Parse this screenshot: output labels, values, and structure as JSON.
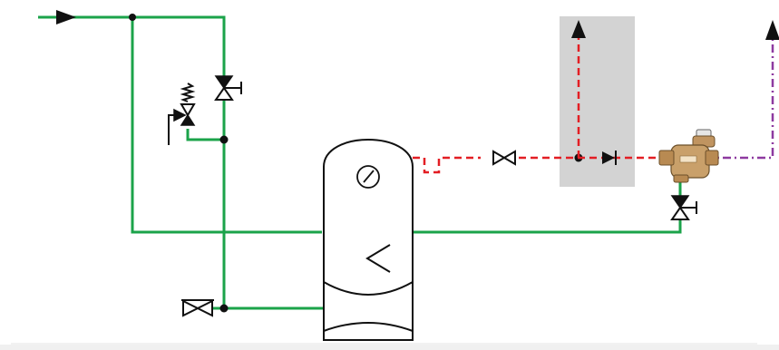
{
  "colors": {
    "cold_water": "#1ba34a",
    "hot_water": "#e31e24",
    "circulation": "#8e3aa0",
    "outlet_zone": "#d3d3d3",
    "footer_band": "#f0f0f0",
    "valve_brass": "#c9a06a"
  },
  "components": [
    {
      "icon": "arrow-right-icon",
      "role": "cold-water-inlet"
    },
    {
      "icon": "check-valve-icon",
      "role": "cold-riser-valve"
    },
    {
      "icon": "safety-relief-valve-icon",
      "role": "safety-group"
    },
    {
      "icon": "drain-valve-icon",
      "role": "drain"
    },
    {
      "icon": "water-heater-tank-icon",
      "role": "storage-tank"
    },
    {
      "icon": "pressure-gauge-icon",
      "role": "tank-gauge"
    },
    {
      "icon": "heat-exchanger-icon",
      "role": "tank-coil"
    },
    {
      "icon": "heat-trap-icon",
      "role": "hot-outlet-loop"
    },
    {
      "icon": "gate-valve-icon",
      "role": "hot-line-valve"
    },
    {
      "icon": "non-return-valve-icon",
      "role": "hot-line-check"
    },
    {
      "icon": "arrow-up-icon",
      "role": "hot-water-outlet"
    },
    {
      "icon": "thermostatic-mixing-valve-icon",
      "role": "mixing-valve"
    },
    {
      "icon": "check-valve-icon",
      "role": "mixing-valve-cold-valve"
    },
    {
      "icon": "arrow-up-icon",
      "role": "mixed-water-outlet"
    }
  ]
}
